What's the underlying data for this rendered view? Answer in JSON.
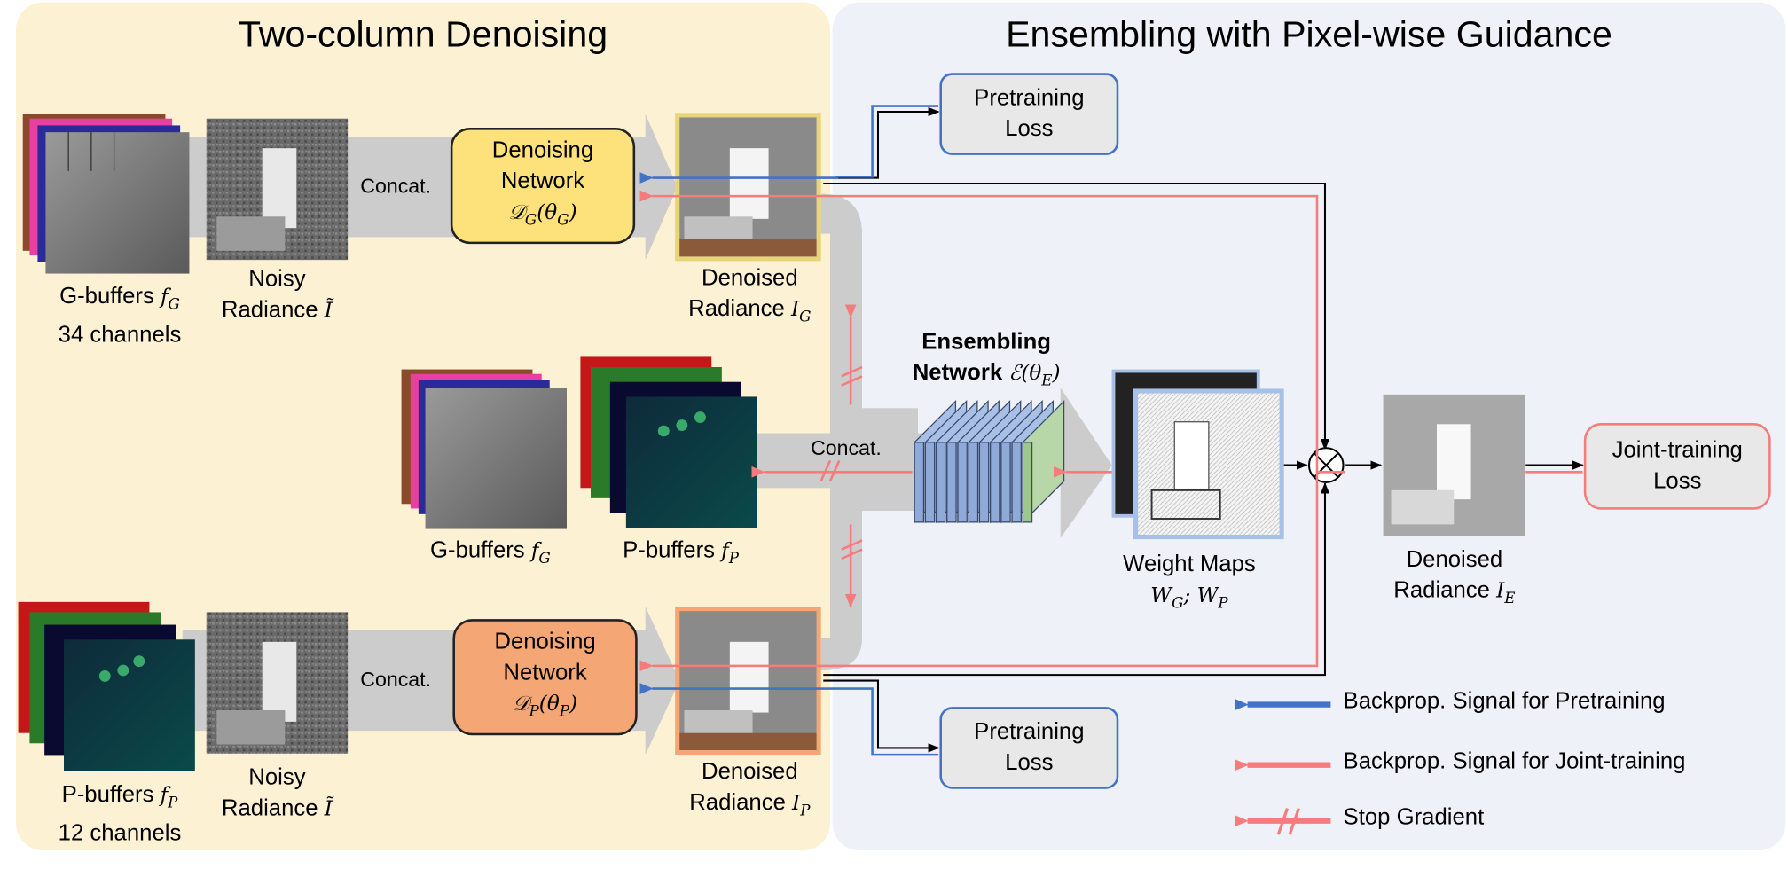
{
  "panels": {
    "left_title": "Two-column Denoising",
    "right_title": "Ensembling with Pixel-wise Guidance"
  },
  "inputs": {
    "gbuffers_top": {
      "name": "G-buffers",
      "symbol": "f",
      "sub": "G",
      "channels": "34 channels"
    },
    "noisy_top": {
      "line1": "Noisy",
      "line2": "Radiance",
      "symbol": "Ĩ"
    },
    "pbuffers_bottom": {
      "name": "P-buffers",
      "symbol": "f",
      "sub": "P",
      "channels": "12 channels"
    },
    "noisy_bottom": {
      "line1": "Noisy",
      "line2": "Radiance",
      "symbol": "Ĩ"
    },
    "gbuffers_mid": {
      "name": "G-buffers",
      "symbol": "f",
      "sub": "G"
    },
    "pbuffers_mid": {
      "name": "P-buffers",
      "symbol": "f",
      "sub": "P"
    }
  },
  "concat_label": "Concat.",
  "denoiser_g": {
    "line1": "Denoising",
    "line2": "Network",
    "math": "𝒟",
    "sub": "G",
    "param": "θ",
    "param_sub": "G",
    "color": "#fde17a"
  },
  "denoiser_p": {
    "line1": "Denoising",
    "line2": "Network",
    "math": "𝒟",
    "sub": "P",
    "param": "θ",
    "param_sub": "P",
    "color": "#f4a774"
  },
  "denoised_g": {
    "line1": "Denoised",
    "line2": "Radiance",
    "symbol": "I",
    "sub": "G"
  },
  "denoised_p": {
    "line1": "Denoised",
    "line2": "Radiance",
    "symbol": "I",
    "sub": "P"
  },
  "ensembling": {
    "line1": "Ensembling",
    "line2": "Network",
    "math": "ℰ",
    "param": "θ",
    "param_sub": "E"
  },
  "weight_maps": {
    "line1": "Weight Maps",
    "w1": "W",
    "w1_sub": "G",
    "sep": "; ",
    "w2": "W",
    "w2_sub": "P"
  },
  "denoised_e": {
    "line1": "Denoised",
    "line2": "Radiance",
    "symbol": "I",
    "sub": "E"
  },
  "pretraining_loss": {
    "line1": "Pretraining",
    "line2": "Loss"
  },
  "joint_loss": {
    "line1": "Joint-training",
    "line2": "Loss"
  },
  "legend": {
    "pretrain": "Backprop. Signal for Pretraining",
    "joint": "Backprop. Signal for Joint-training",
    "stop": "Stop Gradient"
  },
  "colors": {
    "left_panel": "#fdf1d4",
    "right_panel": "#eef2f8",
    "pretrain_arrow": "#4472c4",
    "joint_arrow": "#f47c7c",
    "flow_gray": "#cccccc"
  }
}
